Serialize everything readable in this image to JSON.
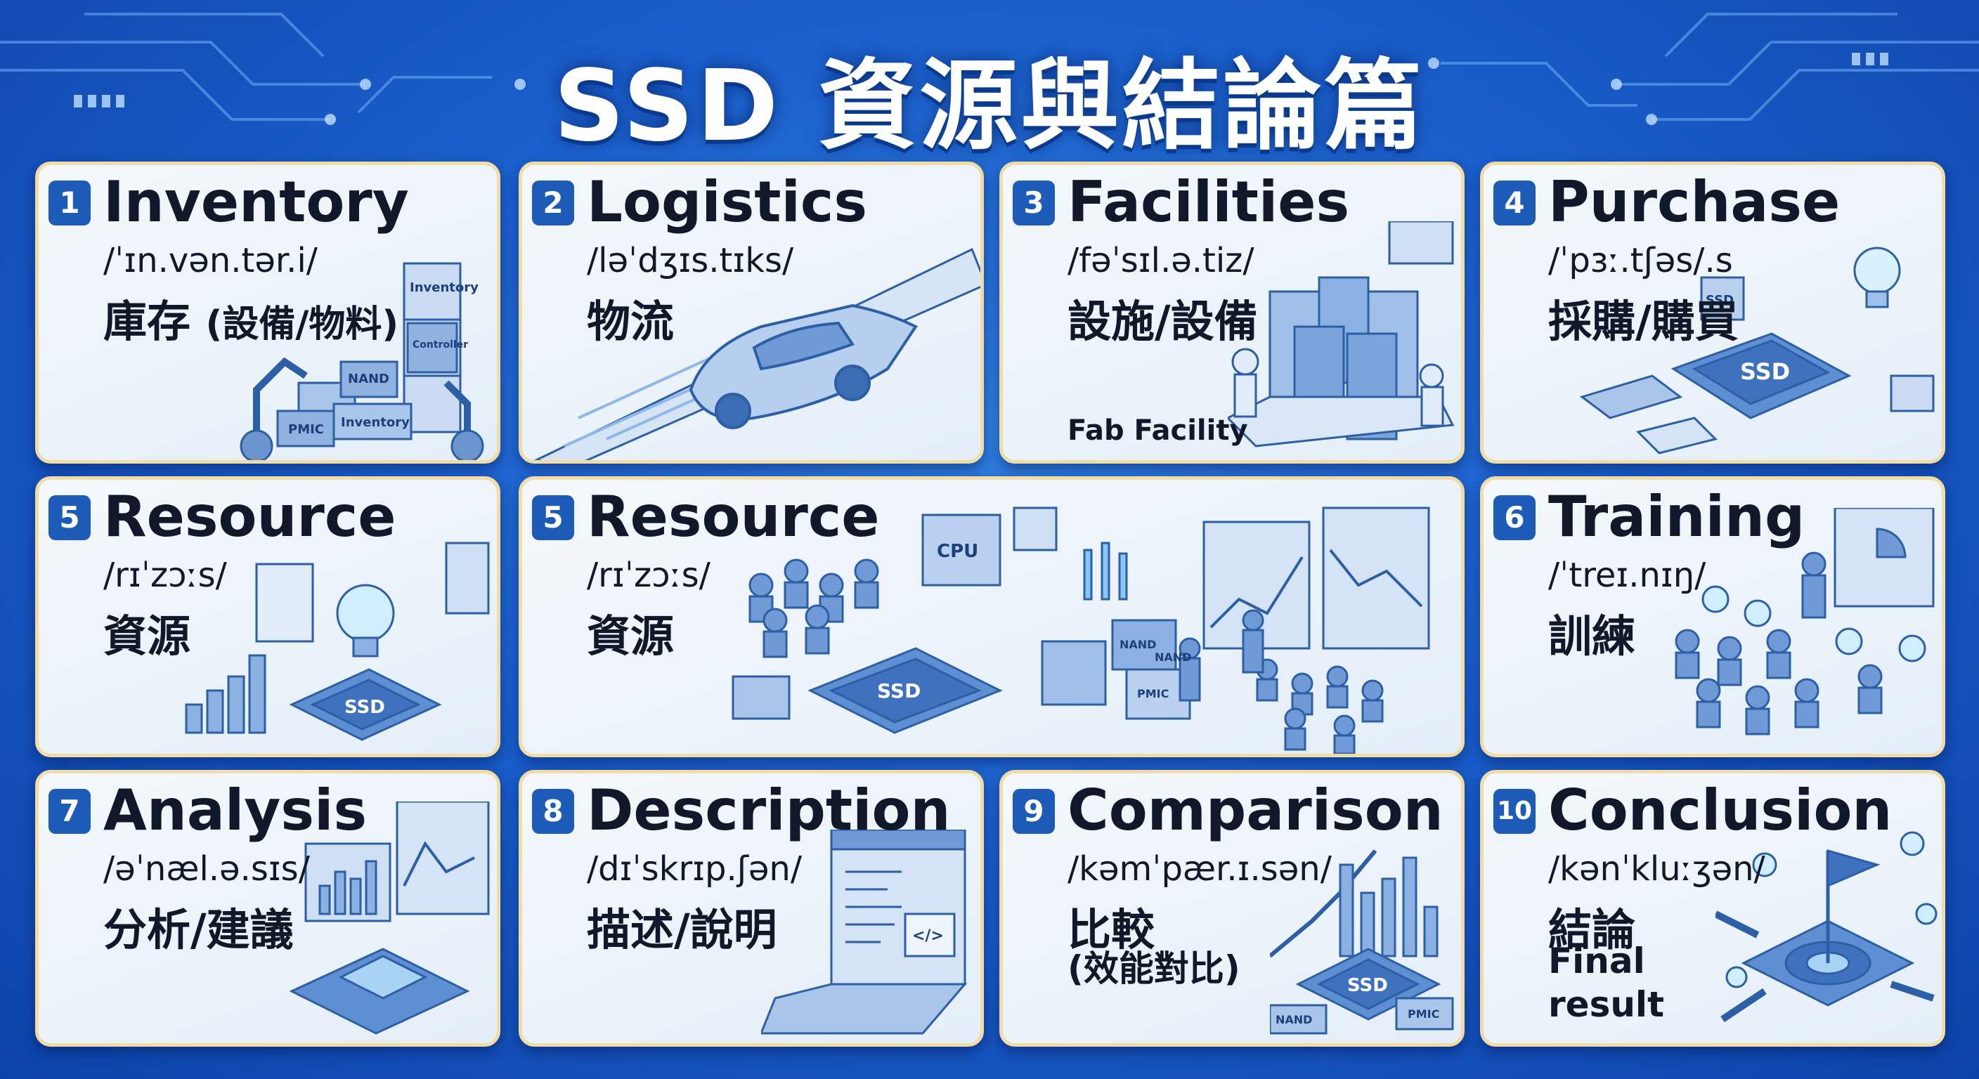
{
  "title": "SSD 資源與結論篇",
  "cards": [
    {
      "num": "1",
      "word": "Inventory",
      "ipa": "/ˈɪn.vən.tər.i/",
      "zh": "庫存",
      "zh_sub": "(設備/物料)",
      "labels": [
        "Inventory",
        "NAND",
        "PMIC",
        "Controller",
        "Inventory"
      ]
    },
    {
      "num": "2",
      "word": "Logistics",
      "ipa": "/ləˈdʒɪs.tɪks/",
      "zh": "物流"
    },
    {
      "num": "3",
      "word": "Facilities",
      "ipa": "/fəˈsɪl.ə.tiz/",
      "zh": "設施/設備",
      "extra": "Fab Facility"
    },
    {
      "num": "4",
      "word": "Purchase",
      "ipa": "/ˈpɜː.tʃəs/.s",
      "zh": "採購/購買",
      "labels": [
        "SSD",
        "SSD"
      ]
    },
    {
      "num": "5",
      "word": "Resource",
      "ipa": "/rɪˈzɔːs/",
      "zh": "資源",
      "labels": [
        "SSD"
      ]
    },
    {
      "num": "5",
      "word": "Resource",
      "ipa": "/rɪˈzɔːs/",
      "zh": "資源",
      "labels": [
        "CPU",
        "SSD",
        "NAND",
        "PMIC",
        "NAND"
      ]
    },
    {
      "num": "6",
      "word": "Training",
      "ipa": "/ˈtreɪ.nɪŋ/",
      "zh": "訓練"
    },
    {
      "num": "7",
      "word": "Analysis",
      "ipa": "/əˈnæl.ə.sɪs/",
      "zh": "分析/建議"
    },
    {
      "num": "8",
      "word": "Description",
      "ipa": "/dɪˈskrɪp.ʃən/",
      "zh": "描述/說明",
      "labels": [
        "</>"
      ]
    },
    {
      "num": "9",
      "word": "Comparison",
      "ipa": "/kəmˈpær.ɪ.sən/",
      "zh": "比較",
      "extra": "(效能對比)",
      "labels": [
        "SSD",
        "NAND",
        "PMIC"
      ]
    },
    {
      "num": "10",
      "word": "Conclusion",
      "ipa": "/kənˈkluːʒən/",
      "zh": "結論",
      "extra": "Final",
      "extra2": "result"
    }
  ]
}
